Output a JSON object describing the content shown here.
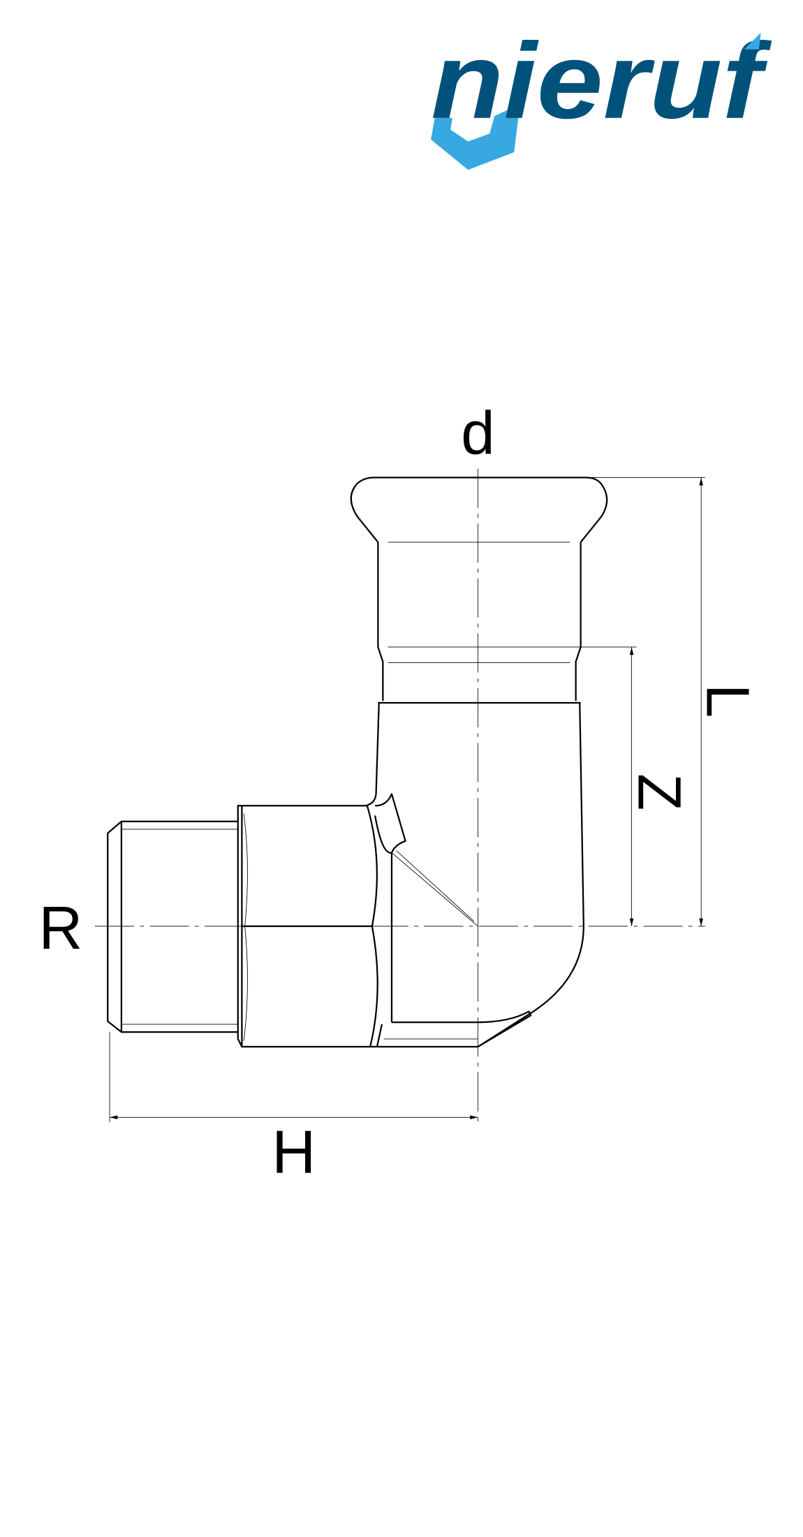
{
  "logo": {
    "text": "nieruf",
    "primary_color": "#00527a",
    "accent_color": "#38a9e0"
  },
  "drawing": {
    "title": "Press fitting elbow 90° with male thread",
    "labels": {
      "d": "d",
      "L": "L",
      "Z": "Z",
      "R": "R",
      "H": "H"
    }
  }
}
